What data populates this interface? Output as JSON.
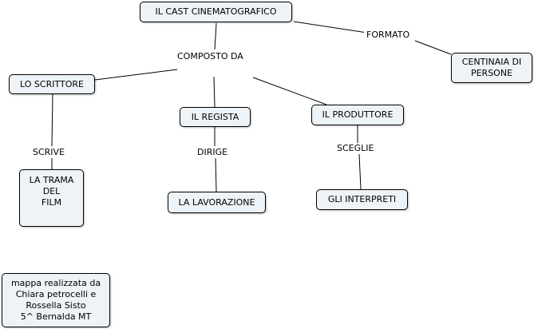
{
  "nodes": {
    "cast": "IL CAST CINEMATOGRAFICO",
    "centinaia": "CENTINAIA DI\nPERSONE",
    "scrittore": "LO SCRITTORE",
    "regista": "IL REGISTA",
    "produttore": "IL PRODUTTORE",
    "trama": "LA  TRAMA\nDEL\nFILM",
    "lavorazione": "LA LAVORAZIONE",
    "interpreti": "GLI INTERPRETI",
    "credits": "mappa realizzata da\nChiara petrocelli e\nRossella Sisto\n5^ Bernalda MT"
  },
  "links": {
    "formato": "FORMATO",
    "composto": "COMPOSTO DA",
    "scrive": "SCRIVE",
    "dirige": "DIRIGE",
    "sceglie": "SCEGLIE"
  },
  "colors": {
    "node_fill": "#eef3f7",
    "node_border": "#000000",
    "line": "#000000",
    "background": "#ffffff"
  }
}
